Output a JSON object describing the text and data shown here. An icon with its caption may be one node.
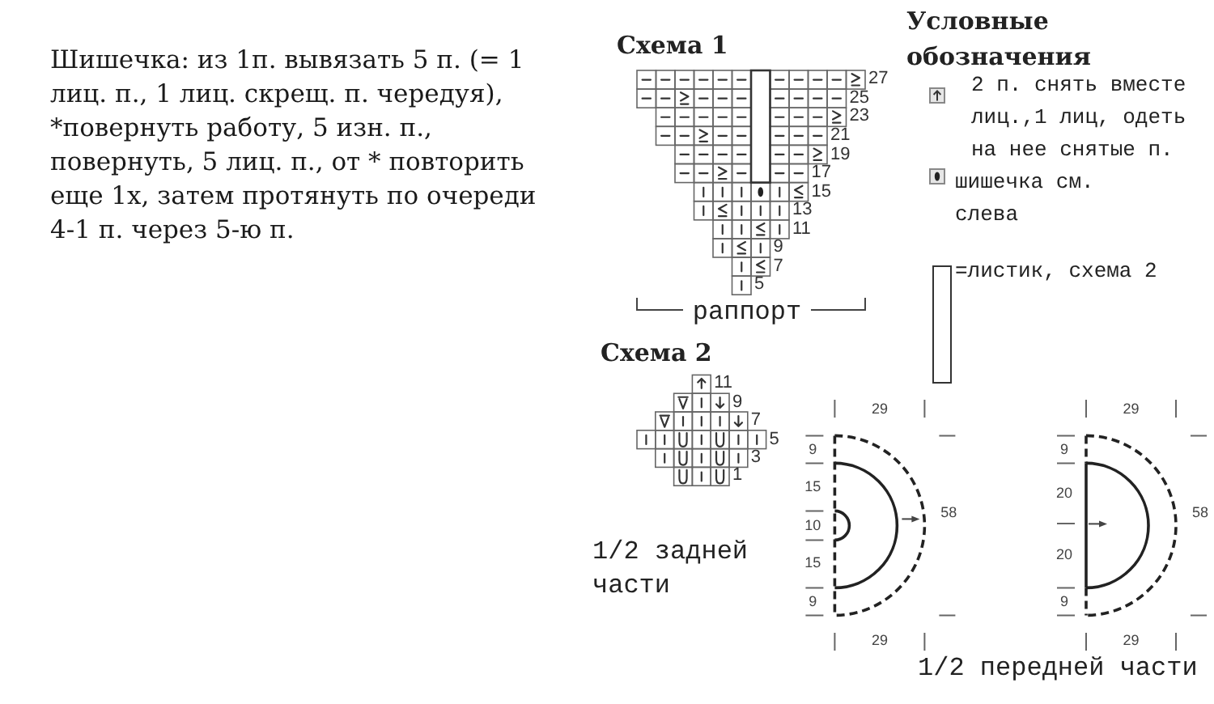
{
  "diagram": {
    "labels": [
      "Шишечка: из 1п. вывязать 5 п. (= 1 лиц. п., 1 лиц. скрещ. п. чередуя), *повернуть работу, 5 изн. п., повернуть, 5 лиц. п., от * повторить еще 1х, затем протянуть по очереди 4-1 п. через 5-ю п.",
      "Схема 1",
      "27",
      "25",
      "23",
      "21",
      "19",
      "17",
      "15",
      "13",
      "11",
      "9",
      "7",
      "5",
      "раппорт",
      "Условные обозначения",
      "Схема 2",
      "11",
      "9",
      "7",
      "5",
      "3",
      "1",
      "1/2 задней части",
      "29",
      "9",
      "15",
      "10",
      "15",
      "9",
      "58",
      "29",
      "29",
      "9",
      "20",
      "20",
      "9",
      "58",
      "29",
      "1/2 передней части"
    ],
    "legend": [
      {
        "text": "2 п. снять вместе лиц.,1 лиц, одеть на нее снятые п."
      },
      {
        "text": "шишечка см. слева"
      },
      {
        "text": "=листик, схема 2"
      }
    ]
  }
}
